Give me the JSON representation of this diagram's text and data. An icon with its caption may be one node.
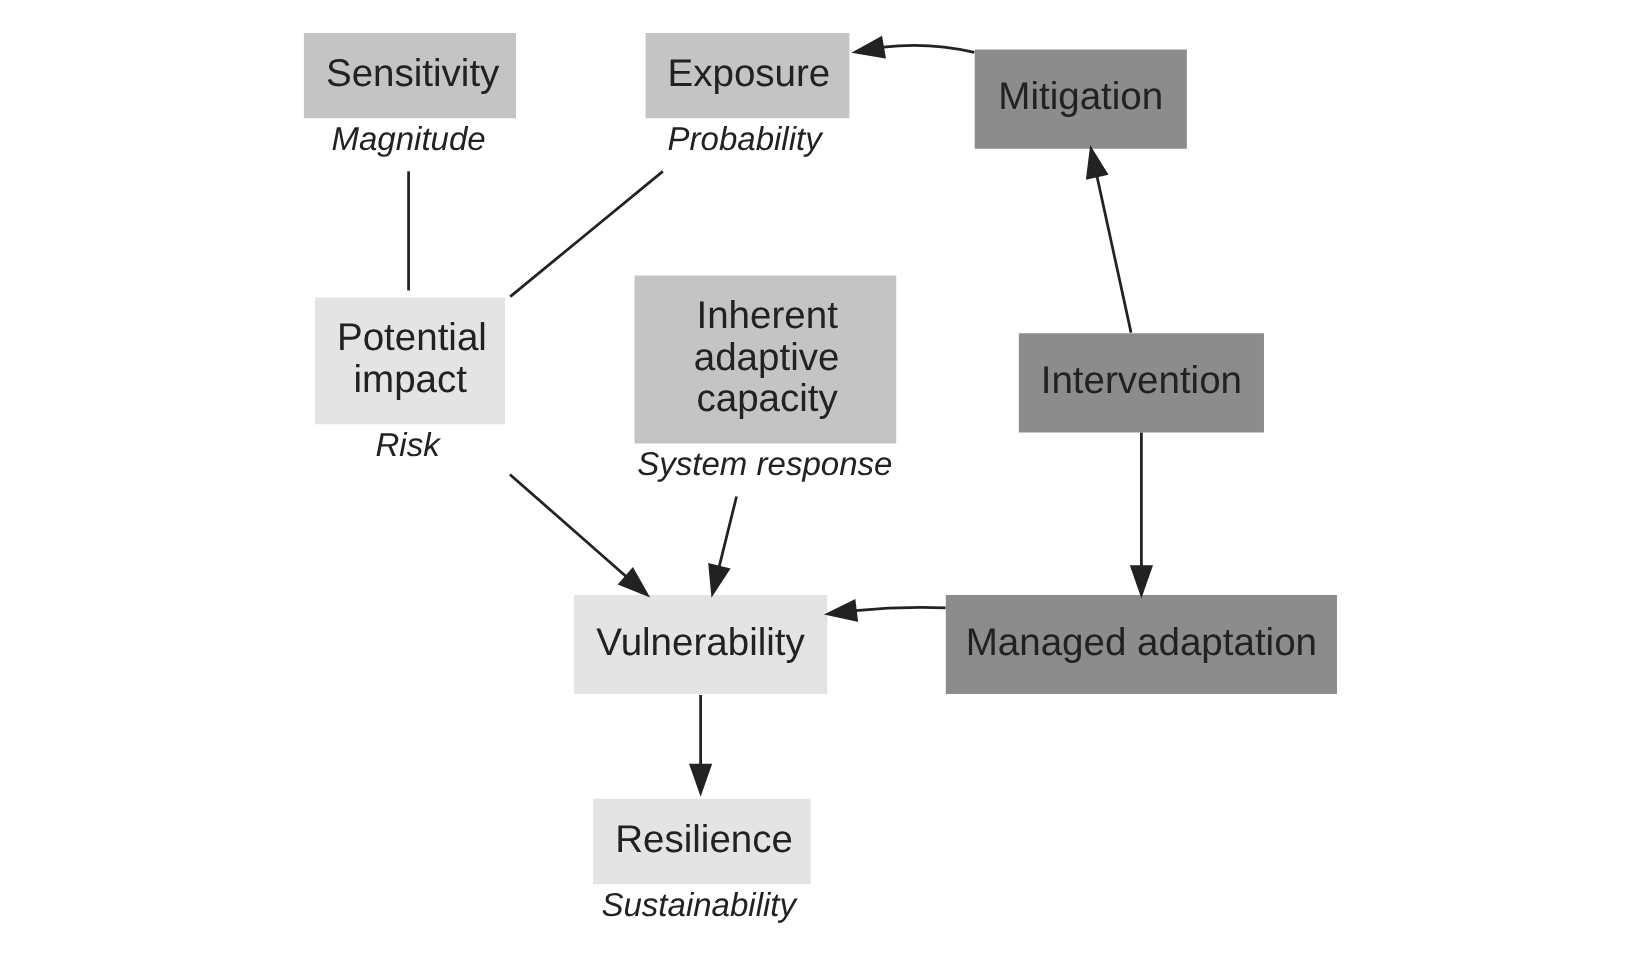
{
  "diagram": {
    "nodes": [
      {
        "text": [
          "Sensitivity"
        ],
        "beside": [
          "Magnitude"
        ]
      },
      {
        "text": [
          "Exposure"
        ],
        "beside": [
          "Probability"
        ]
      },
      {
        "text": [
          "Potential impact"
        ],
        "beside": [
          "Risk"
        ]
      },
      {
        "text": [
          "Inherent adaptive capacity"
        ],
        "beside": [
          "System response"
        ]
      },
      {
        "text": [
          "Vulnerability"
        ]
      },
      {
        "text": [
          "Resilience"
        ],
        "beside": [
          "Sustainability"
        ]
      },
      {
        "text": [
          "Mitigation"
        ]
      },
      {
        "text": [
          "Intervention"
        ]
      },
      {
        "text": [
          "Managed adaptation"
        ]
      }
    ],
    "edges": [
      {
        "from": 0,
        "to": 2,
        "arrow": "none"
      },
      {
        "from": 1,
        "to": 2,
        "arrow": "none"
      },
      {
        "from": 2,
        "to": 4,
        "arrow": "to"
      },
      {
        "from": 3,
        "to": 4,
        "arrow": "to"
      },
      {
        "from": 4,
        "to": 5,
        "arrow": "to"
      },
      {
        "from": 6,
        "to": 1,
        "arrow": "to"
      },
      {
        "from": 7,
        "to": 6,
        "arrow": "to"
      },
      {
        "from": 7,
        "to": 8,
        "arrow": "to"
      },
      {
        "from": 8,
        "to": 4,
        "arrow": "to"
      }
    ]
  }
}
